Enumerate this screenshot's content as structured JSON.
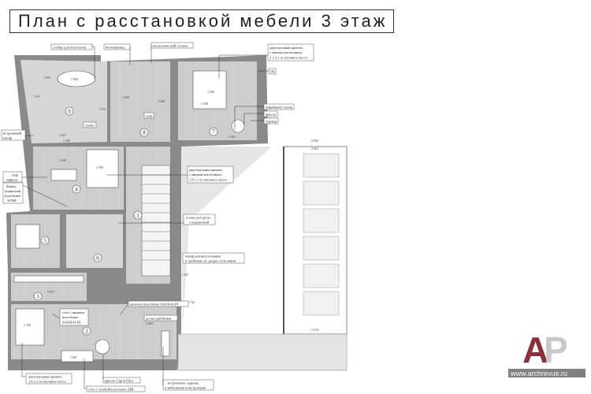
{
  "title": "План с расстановкой мебели 3 этаж",
  "rooms": [
    "1",
    "2",
    "3",
    "4",
    "5",
    "6",
    "7",
    "8",
    "9"
  ],
  "labels": {
    "towel_rack": "стойка для полотенец",
    "laundry_chute": "бельепровод",
    "vanity_table": "косметический столик",
    "bed_7": [
      "двухспальная кровать",
      "с мягким изголовьем",
      "2 x 2,1 м спальное место"
    ],
    "tv": "ТВ",
    "coffee_table": "кофейный столик",
    "armchair": "кресло",
    "floor_lamp": "торшер",
    "cabinet": "тумба",
    "pouf_8": "пуф",
    "built_in_wardrobe": [
      "встроенный",
      "шкаф"
    ],
    "bed_4": [
      "двухспальная кровать",
      "с мягким изголовьем",
      "1,6 x 2 м спальное место"
    ],
    "pouf_mirror": [
      "пуф",
      "зеркало"
    ],
    "dresser": [
      "Комод",
      "подвесной",
      "koza-home",
      "WINE"
    ],
    "shower_shelves": [
      "полки для душа",
      "с подсветкой"
    ],
    "installation_cabinet": [
      "шкаф для инсталляции",
      "и гребенки см. раздел отопления"
    ],
    "desk_drawer": [
      "стол с ящиком",
      "koza-home",
      "SAKHALIN"
    ],
    "console": "консоль koza-home SAKHALIN",
    "cork_board": "доска пробковая",
    "bed_2": [
      "двухспальная кровать",
      "1,6 x 2 м спальное место"
    ],
    "armchair_edra": "кресло Cipria Edra",
    "desk_air": "стол с тумбой koza-home AIR",
    "built_in_seat": [
      "встроенное сиденье",
      "в мебельную конструкцию"
    ]
  },
  "dimensions": {
    "bath": "1 850",
    "d9a": "1 909",
    "d9b": "1 937",
    "d9c": "4 697",
    "d9d": "1 280",
    "d9e": "1 474",
    "bed7": "1 900",
    "bed7w": "2 300",
    "d7": "2 963",
    "d8a": "1 690",
    "d8b": "1 680",
    "bed4": "1 590",
    "d4": "1 390",
    "terrace_w": "2 982",
    "terrace_b": "2 519",
    "d3": "3 977",
    "bed2": "1 599",
    "desk2": "1 509",
    "d2": "2 903",
    "d2b": "1 730",
    "stairs": "1 325",
    "d_void": "2 963"
  },
  "logo": {
    "letters_a": "А",
    "letters_p": "Р",
    "url": "www.archrevue.ru",
    "accent": "#8c2f3a"
  }
}
